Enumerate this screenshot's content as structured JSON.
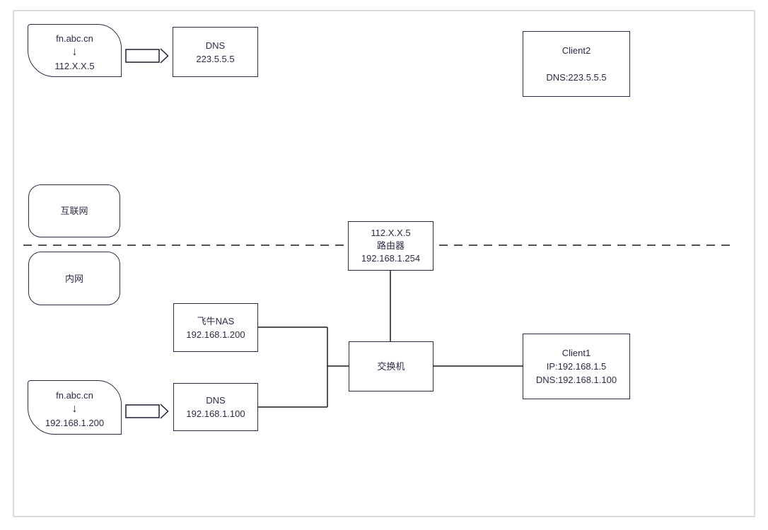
{
  "colors": {
    "shape_stroke": "#2b2b45",
    "text": "#2b2b45",
    "connector": "#1a1a1a",
    "canvas_border": "#d9d9d9",
    "background": "#ffffff"
  },
  "callout_internet": {
    "domain": "fn.abc.cn",
    "arrow_glyph": "↓",
    "ip": "112.X.X.5"
  },
  "dns_public": {
    "name": "DNS",
    "ip": "223.5.5.5"
  },
  "client2": {
    "name": "Client2",
    "dns": "DNS:223.5.5.5"
  },
  "zones": {
    "internet": "互联网",
    "intranet": "内网"
  },
  "router": {
    "wan_ip": "112.X.X.5",
    "name": "路由器",
    "lan_ip": "192.168.1.254"
  },
  "nas": {
    "name": "飞牛NAS",
    "ip": "192.168.1.200"
  },
  "dns_internal": {
    "name": "DNS",
    "ip": "192.168.1.100"
  },
  "switch": {
    "name": "交换机"
  },
  "client1": {
    "name": "Client1",
    "ip": "IP:192.168.1.5",
    "dns": "DNS:192.168.1.100"
  },
  "callout_intranet": {
    "domain": "fn.abc.cn",
    "arrow_glyph": "↓",
    "ip": "192.168.1.200"
  }
}
